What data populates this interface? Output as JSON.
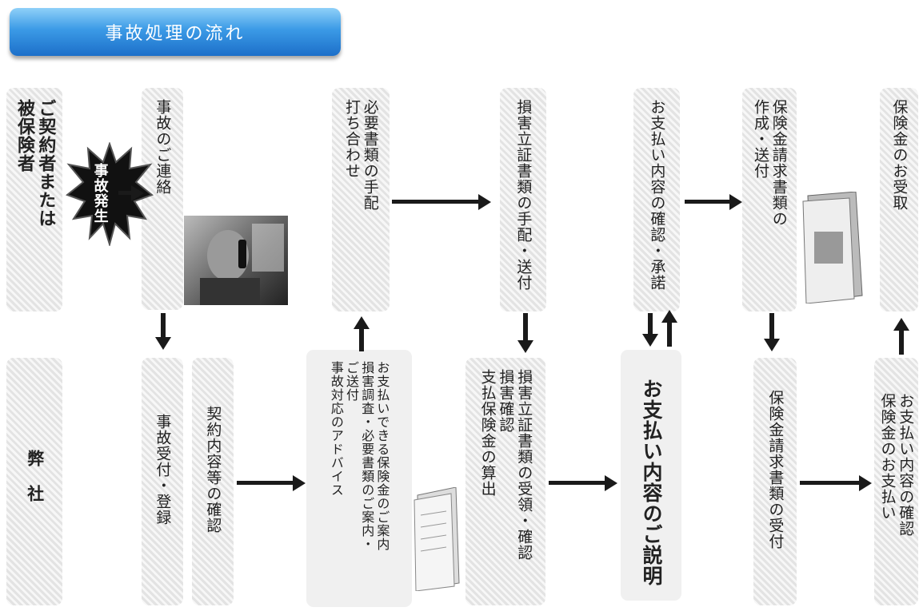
{
  "title": "事故処理の流れ",
  "row_top": {
    "policyholder": "ご契約者または\n被保険者",
    "contact": "事故のご連絡",
    "meeting": "必要書類の手配\n打ち合わせ",
    "docs_send": "損害立証書類の手配・送付",
    "confirm": "お支払い内容の確認・承諾",
    "claim_create": "保険金請求書類の\n作成・送付",
    "receive": "保険金のお受取"
  },
  "row_bottom": {
    "company": "弊　社",
    "accept": "事故受付・登録",
    "contract_check": "契約内容等の確認",
    "guidance": "お支払いできる保険金のご案内\n損害調査・必要書類のご案内・\nご送付\n事故対応のアドバイス",
    "assessment": "損害立証書類の受領・確認\n損害確認\n支払保険金の算出",
    "explain": "お支払い内容のご説明",
    "claim_receive": "保険金請求書類の受付",
    "payment": "お支払い内容の確認\n保険金のお支払い"
  },
  "accident": "事故発生",
  "icons": [
    "explosion-icon",
    "phone-photo",
    "document-icon"
  ]
}
